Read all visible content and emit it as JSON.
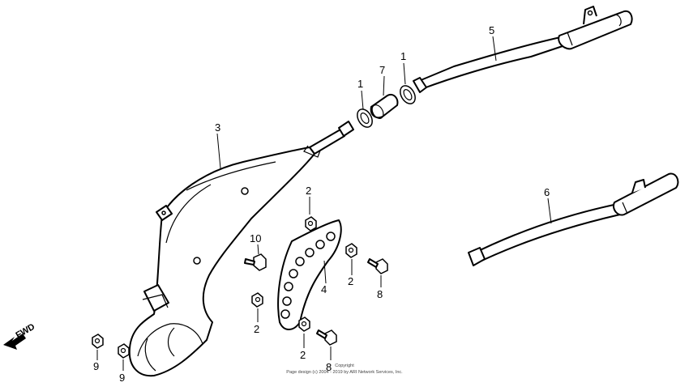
{
  "callouts": {
    "c1a": "1",
    "c1b": "1",
    "c2a": "2",
    "c2b": "2",
    "c2c": "2",
    "c2d": "2",
    "c3": "3",
    "c4": "4",
    "c5": "5",
    "c6": "6",
    "c7": "7",
    "c8a": "8",
    "c8b": "8",
    "c9a": "9",
    "c9b": "9",
    "c10": "10"
  },
  "fwd_label": "FWD",
  "copyright": {
    "line1": "Copyright",
    "line2": "Page design (c) 2004 - 2019 by ARI Network Services, Inc."
  }
}
